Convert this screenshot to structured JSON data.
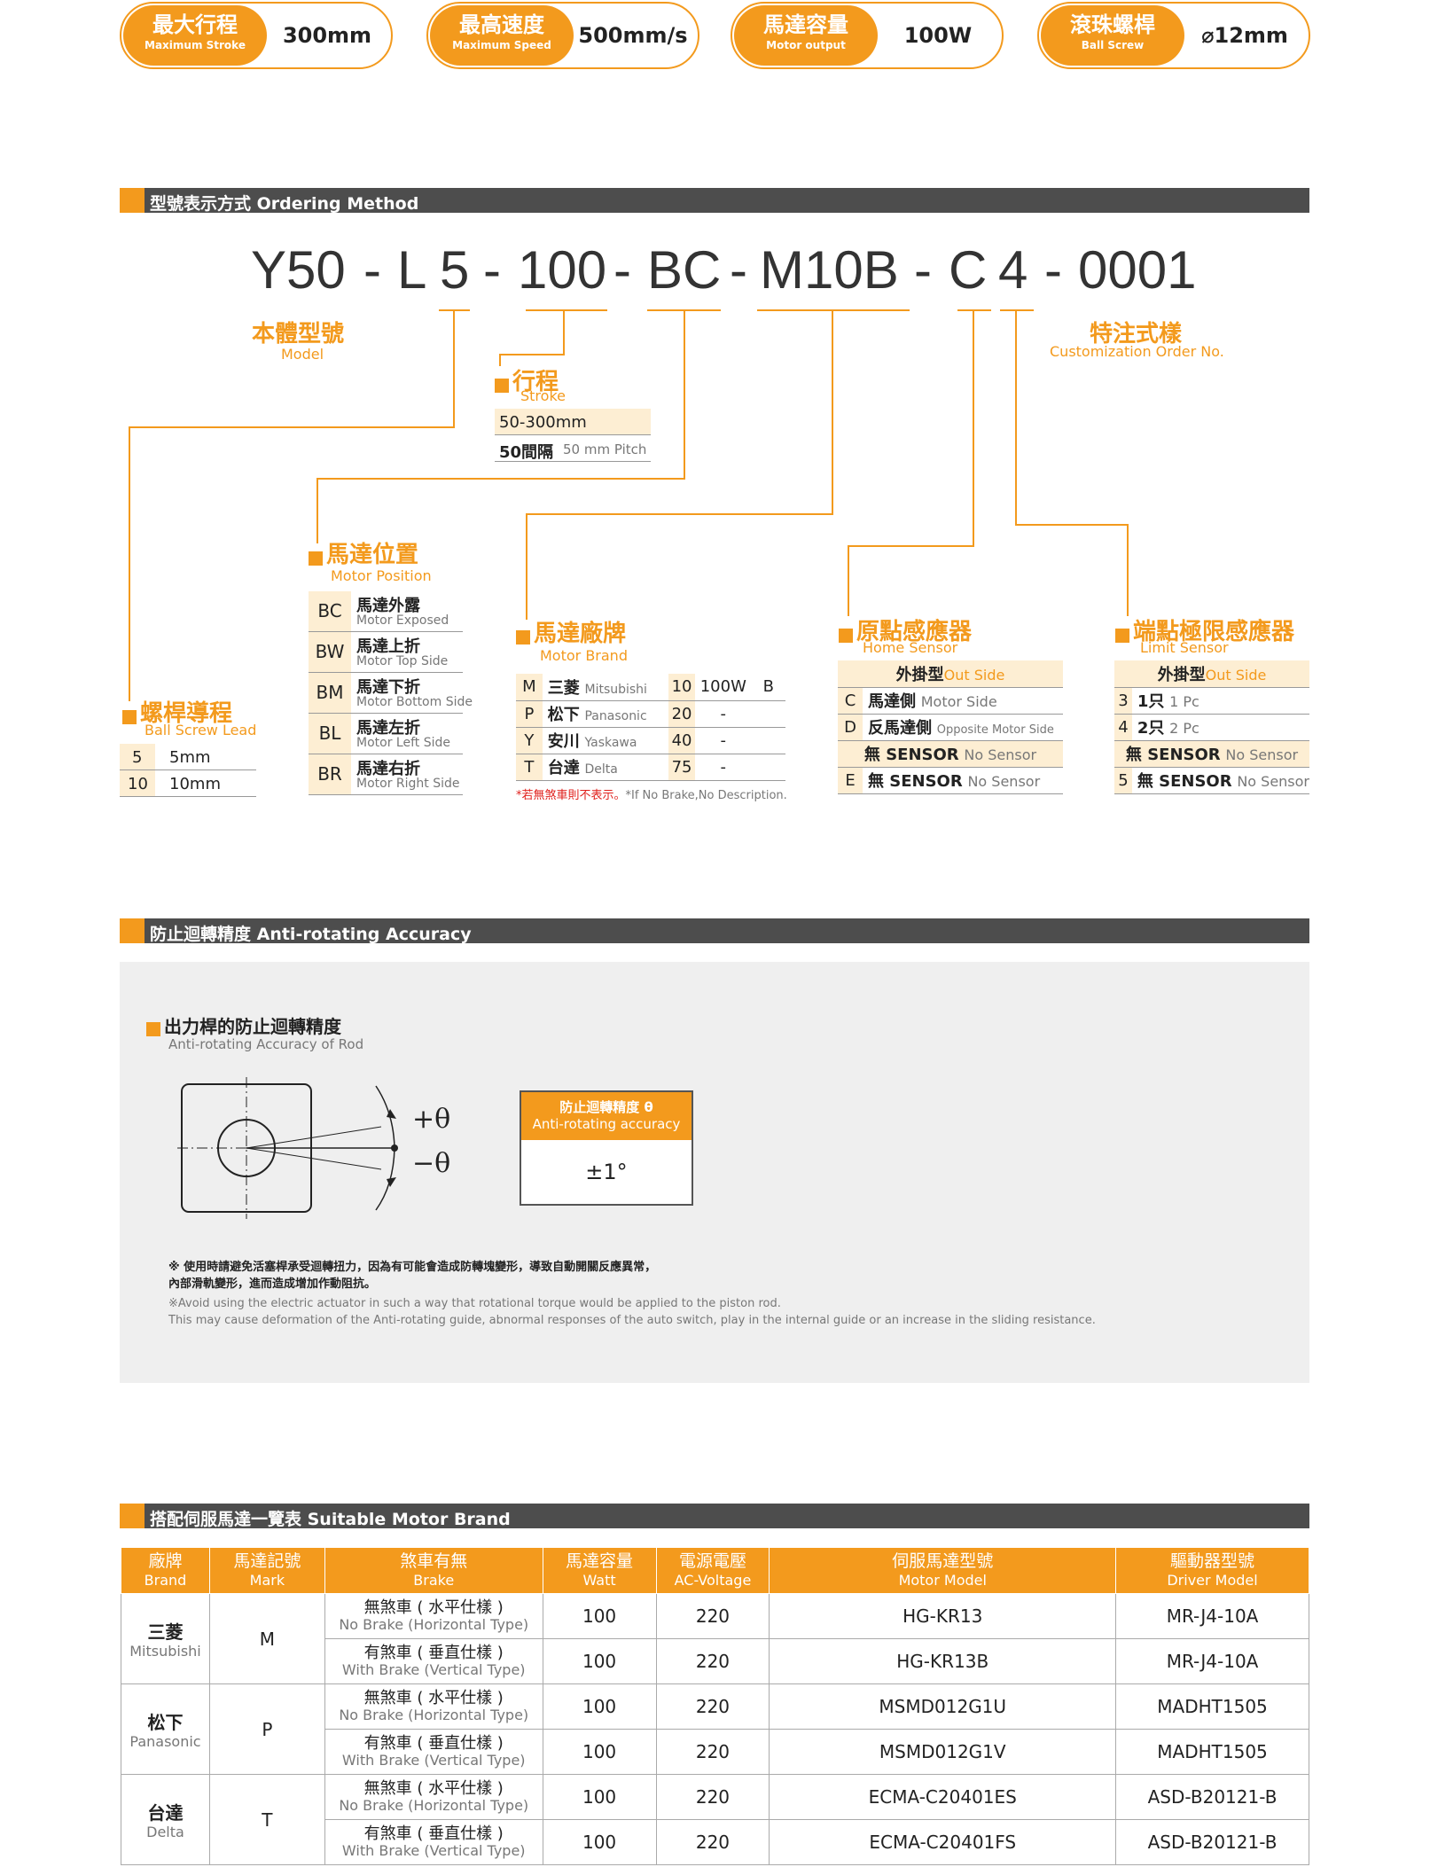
{
  "specs": [
    {
      "zh": "最大行程",
      "en": "Maximum Stroke",
      "value": "300mm"
    },
    {
      "zh": "最高速度",
      "en": "Maximum Speed",
      "value": "500mm/s"
    },
    {
      "zh": "馬達容量",
      "en": "Motor output",
      "value": "100W"
    },
    {
      "zh": "滾珠螺桿",
      "en": "Ball Screw",
      "value": "⌀12mm"
    }
  ],
  "ordering": {
    "section_title": "型號表示方式 Ordering Method",
    "code": [
      "Y50",
      "-",
      "L",
      "5",
      "-",
      "100",
      "-",
      "BC",
      "-",
      "M10B",
      "-",
      "C",
      "4",
      "-",
      "0001"
    ],
    "model": {
      "zh": "本體型號",
      "en": "Model"
    },
    "custom": {
      "zh": "特注式樣",
      "en": "Customization Order No."
    },
    "stroke": {
      "zh": "行程",
      "en": "Stroke",
      "row1": "50-300mm",
      "row2_zh": "50間隔",
      "row2_en": "50 mm Pitch"
    },
    "lead": {
      "zh": "螺桿導程",
      "en": "Ball Screw Lead",
      "rows": [
        [
          "5",
          "5mm"
        ],
        [
          "10",
          "10mm"
        ]
      ]
    },
    "motor_position": {
      "zh": "馬達位置",
      "en": "Motor Position",
      "rows": [
        {
          "key": "BC",
          "zh": "馬達外露",
          "en": "Motor Exposed"
        },
        {
          "key": "BW",
          "zh": "馬達上折",
          "en": "Motor Top Side"
        },
        {
          "key": "BM",
          "zh": "馬達下折",
          "en": "Motor Bottom Side"
        },
        {
          "key": "BL",
          "zh": "馬達左折",
          "en": "Motor Left Side"
        },
        {
          "key": "BR",
          "zh": "馬達右折",
          "en": "Motor Right Side"
        }
      ]
    },
    "motor_brand": {
      "zh": "馬達廠牌",
      "en": "Motor Brand",
      "rows": [
        {
          "key": "M",
          "zh": "三菱",
          "en": "Mitsubishi",
          "code": "10",
          "watt": "100W",
          "brake": "B"
        },
        {
          "key": "P",
          "zh": "松下",
          "en": "Panasonic",
          "code": "20",
          "watt": "-",
          "brake": ""
        },
        {
          "key": "Y",
          "zh": "安川",
          "en": "Yaskawa",
          "code": "40",
          "watt": "-",
          "brake": ""
        },
        {
          "key": "T",
          "zh": "台達",
          "en": "Delta",
          "code": "75",
          "watt": "-",
          "brake": ""
        }
      ],
      "note_zh": "*若無煞車則不表示。",
      "note_en": "*If No Brake,No Description."
    },
    "home_sensor": {
      "zh": "原點感應器",
      "en": "Home Sensor",
      "header_zh": "外掛型",
      "header_en": "Out Side",
      "rows": [
        {
          "key": "C",
          "zh": "馬達側",
          "en": "Motor Side"
        },
        {
          "key": "D",
          "zh": "反馬達側",
          "en": "Opposite Motor Side"
        }
      ],
      "nosensor_zh": "無 SENSOR",
      "nosensor_en": "No Sensor",
      "e_key": "E",
      "e_zh": "無  SENSOR",
      "e_en": "No Sensor"
    },
    "limit_sensor": {
      "zh": "端點極限感應器",
      "en": "Limit Sensor",
      "header_zh": "外掛型",
      "header_en": "Out Side",
      "rows": [
        {
          "key": "3",
          "zh": "1只",
          "en": "1 Pc"
        },
        {
          "key": "4",
          "zh": "2只",
          "en": "2 Pc"
        }
      ],
      "nosensor_zh": "無 SENSOR",
      "nosensor_en": "No Sensor",
      "five_key": "5",
      "five_zh": "無 SENSOR",
      "five_en": "No Sensor"
    }
  },
  "anti": {
    "section_title": "防止迴轉精度 Anti-rotating Accuracy",
    "subtitle_zh": "出力桿的防止迴轉精度",
    "subtitle_en": "Anti-rotating Accuracy of Rod",
    "plus_theta": "+θ",
    "minus_theta": "−θ",
    "box_header_zh": "防止迴轉精度 θ",
    "box_header_en": "Anti-rotating accuracy",
    "box_value": "±1°",
    "note_zh_1": "※ 使用時請避免活塞桿承受迴轉扭力，因為有可能會造成防轉塊變形，導致自動開關反應異常，",
    "note_zh_2": "內部滑軌變形，進而造成增加作動阻抗。",
    "note_en_1": "※Avoid using the electric actuator in such a way that rotational torque would be applied to the piston rod.",
    "note_en_2": "This may cause deformation of the Anti-rotating guide, abnormal responses of the auto switch, play in the internal guide or an increase in the sliding resistance."
  },
  "motor_table": {
    "section_title": "搭配伺服馬達一覽表 Suitable Motor Brand",
    "headers": [
      {
        "zh": "廠牌",
        "en": "Brand"
      },
      {
        "zh": "馬達記號",
        "en": "Mark"
      },
      {
        "zh": "煞車有無",
        "en": "Brake"
      },
      {
        "zh": "馬達容量",
        "en": "Watt"
      },
      {
        "zh": "電源電壓",
        "en": "AC-Voltage"
      },
      {
        "zh": "伺服馬達型號",
        "en": "Motor Model"
      },
      {
        "zh": "驅動器型號",
        "en": "Driver Model"
      }
    ],
    "groups": [
      {
        "brand_zh": "三菱",
        "brand_en": "Mitsubishi",
        "mark": "M",
        "rows": [
          {
            "brake_zh": "無煞車 ( 水平仕樣 )",
            "brake_en": "No Brake (Horizontal Type)",
            "watt": "100",
            "volt": "220",
            "model": "HG-KR13",
            "driver": "MR-J4-10A"
          },
          {
            "brake_zh": "有煞車 ( 垂直仕樣 )",
            "brake_en": "With Brake (Vertical Type)",
            "watt": "100",
            "volt": "220",
            "model": "HG-KR13B",
            "driver": "MR-J4-10A"
          }
        ]
      },
      {
        "brand_zh": "松下",
        "brand_en": "Panasonic",
        "mark": "P",
        "rows": [
          {
            "brake_zh": "無煞車 ( 水平仕樣 )",
            "brake_en": "No Brake (Horizontal Type)",
            "watt": "100",
            "volt": "220",
            "model": "MSMD012G1U",
            "driver": "MADHT1505"
          },
          {
            "brake_zh": "有煞車 ( 垂直仕樣 )",
            "brake_en": "With Brake (Vertical Type)",
            "watt": "100",
            "volt": "220",
            "model": "MSMD012G1V",
            "driver": "MADHT1505"
          }
        ]
      },
      {
        "brand_zh": "台達",
        "brand_en": "Delta",
        "mark": "T",
        "rows": [
          {
            "brake_zh": "無煞車 ( 水平仕樣 )",
            "brake_en": "No Brake (Horizontal Type)",
            "watt": "100",
            "volt": "220",
            "model": "ECMA-C20401ES",
            "driver": "ASD-B20121-B"
          },
          {
            "brake_zh": "有煞車 ( 垂直仕樣 )",
            "brake_en": "With Brake (Vertical Type)",
            "watt": "100",
            "volt": "220",
            "model": "ECMA-C20401FS",
            "driver": "ASD-B20121-B"
          }
        ]
      }
    ]
  },
  "colors": {
    "accent": "#f39a1d",
    "bar": "#4d4d4d",
    "light": "#fdeed3",
    "grey_bg": "#efefef"
  }
}
